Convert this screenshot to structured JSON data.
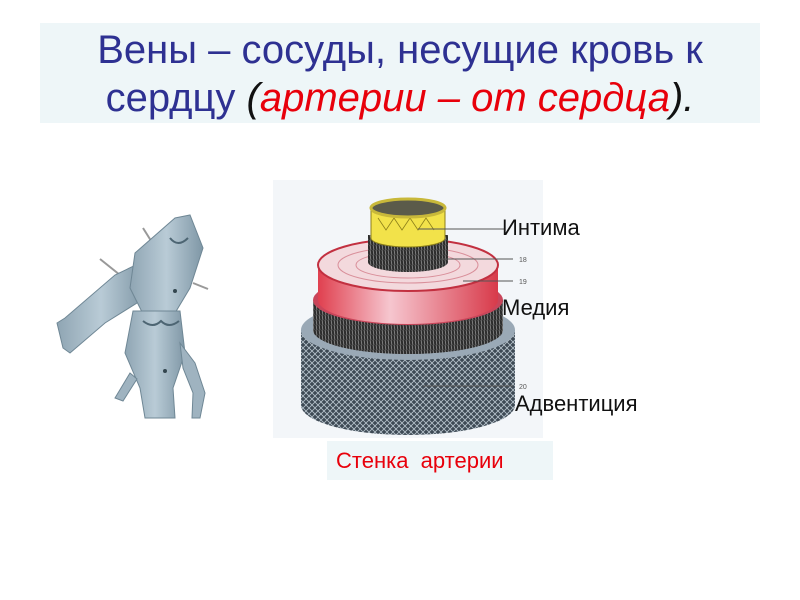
{
  "slide": {
    "title": {
      "line1": "Вены – сосуды, несущие кровь к",
      "line2_prefix": "сердцу ",
      "paren_open": "(",
      "line2_red": "артерии – от сердца",
      "paren_close": ")",
      "period": "."
    },
    "vein_figure": {
      "icon": "vein-branch-illustration"
    },
    "artery_figure": {
      "icon": "artery-wall-layers-illustration",
      "callout_numbers": [
        "18",
        "19",
        "20"
      ]
    },
    "labels": {
      "intima": "Интима",
      "media": "Медия",
      "adventitia": "Адвентиция"
    },
    "caption": "Стенка  артерии",
    "colors": {
      "title_blue": "#2e3192",
      "accent_red": "#e8000b",
      "band_bg": "#eef6f8"
    }
  }
}
